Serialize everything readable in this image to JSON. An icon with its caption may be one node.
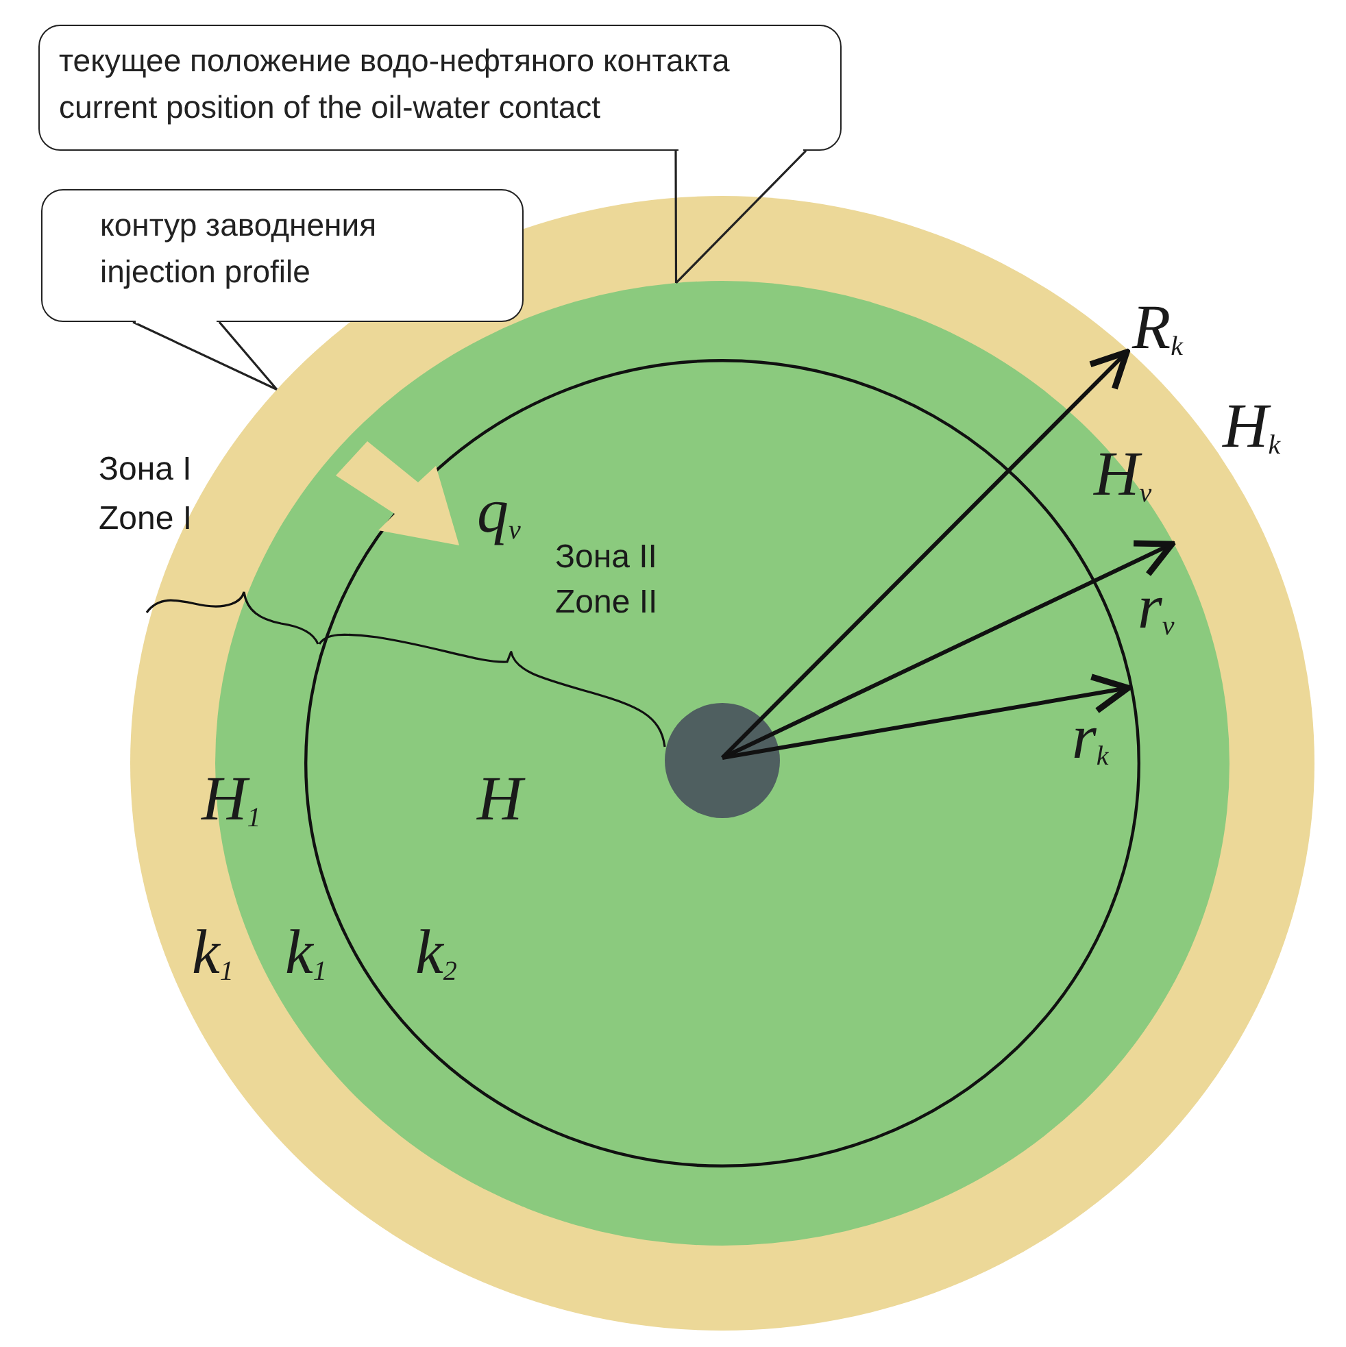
{
  "diagram": {
    "nodes": [
      {
        "text": [
          "текущее положение водо-нефтяного контакта",
          "current position of the oil-water contact"
        ]
      },
      {
        "text": [
          "контур заводнения",
          "injection profile"
        ]
      },
      {
        "text": [],
        "shape": "circle"
      },
      {
        "text": [],
        "shape": "circle",
        "in": 2
      },
      {
        "text": [],
        "shape": "circle",
        "in": 3
      },
      {
        "text": [],
        "shape": "circle",
        "in": 4
      }
    ],
    "edges": [
      {
        "from": 0,
        "to": 3,
        "arrow": "none"
      },
      {
        "from": 1,
        "to": 2,
        "arrow": "none"
      }
    ],
    "labels": [
      "Зона I",
      "Zone I",
      "q$_{v}$",
      "Зона II",
      "Zone II",
      "R$_{k}$",
      "H$_{k}$",
      "H$_{v}$",
      "r$_{v}$",
      "r$_{k}$",
      "H$_{1}$",
      "H",
      "k$_{1}$",
      "k$_{1}$",
      "k$_{2}$"
    ]
  }
}
